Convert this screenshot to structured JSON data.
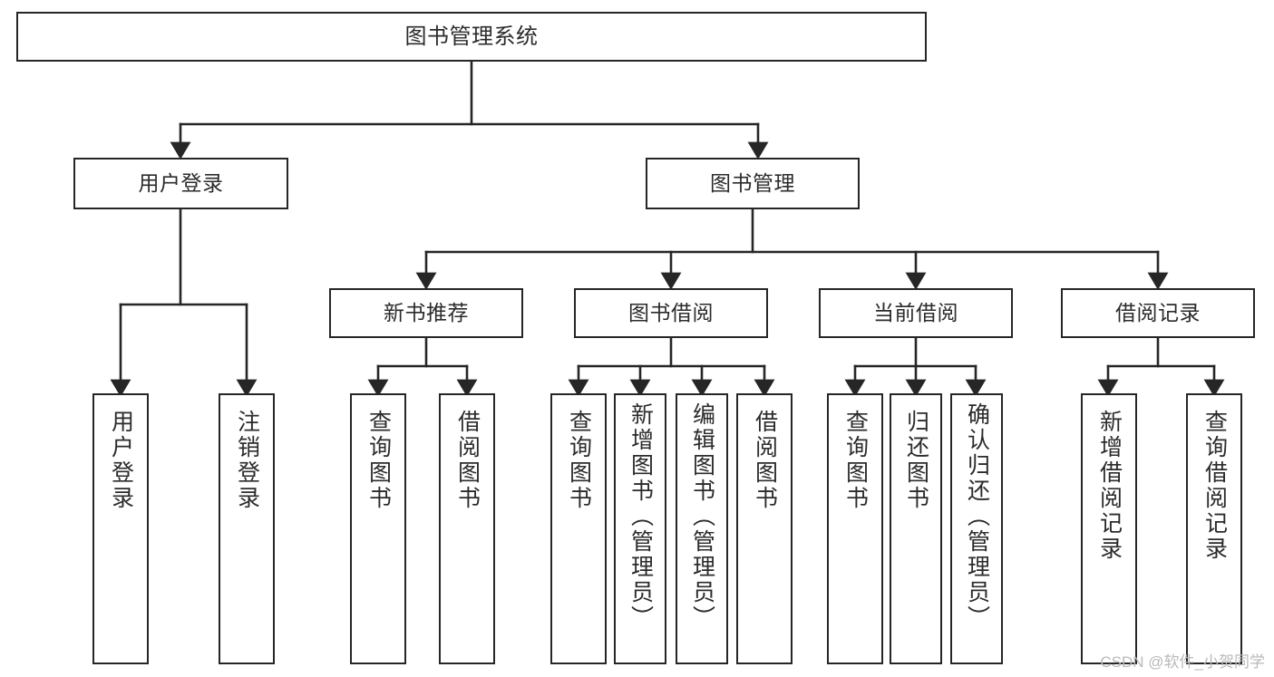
{
  "diagram": {
    "title": "图书管理系统",
    "type": "tree-hierarchy-diagram",
    "background_color": "#ffffff",
    "node_border_color": "#262626",
    "node_fill_color": "#ffffff",
    "text_color": "#2b2b2b"
  },
  "watermark": {
    "text": "CSDN @软件_小贺同学",
    "color": "#b9b9b9"
  },
  "nodes": {
    "root": {
      "label": "图书管理系统"
    },
    "level2": [
      {
        "id": "user-login",
        "label": "用户登录"
      },
      {
        "id": "book-manage",
        "label": "图书管理"
      }
    ],
    "level3": [
      {
        "id": "new-book-recommend",
        "label": "新书推荐"
      },
      {
        "id": "book-borrow",
        "label": "图书借阅"
      },
      {
        "id": "current-borrow",
        "label": "当前借阅"
      },
      {
        "id": "borrow-record",
        "label": "借阅记录"
      }
    ],
    "leaves": {
      "user_login": [
        {
          "id": "leaf-user-login",
          "label": "用户登录"
        },
        {
          "id": "leaf-logout",
          "label": "注销登录"
        }
      ],
      "new_book_recommend": [
        {
          "id": "leaf-query-book-1",
          "label": "查询图书"
        },
        {
          "id": "leaf-borrow-book-1",
          "label": "借阅图书"
        }
      ],
      "book_borrow": [
        {
          "id": "leaf-query-book-2",
          "label": "查询图书"
        },
        {
          "id": "leaf-add-book",
          "label": "新增图书（管理员）"
        },
        {
          "id": "leaf-edit-book",
          "label": "编辑图书（管理员）"
        },
        {
          "id": "leaf-borrow-book-2",
          "label": "借阅图书"
        }
      ],
      "current_borrow": [
        {
          "id": "leaf-query-book-3",
          "label": "查询图书"
        },
        {
          "id": "leaf-return-book",
          "label": "归还图书"
        },
        {
          "id": "leaf-confirm-return",
          "label": "确认归还（管理员）"
        }
      ],
      "borrow_record": [
        {
          "id": "leaf-add-record",
          "label": "新增借阅记录"
        },
        {
          "id": "leaf-query-record",
          "label": "查询借阅记录"
        }
      ]
    }
  }
}
